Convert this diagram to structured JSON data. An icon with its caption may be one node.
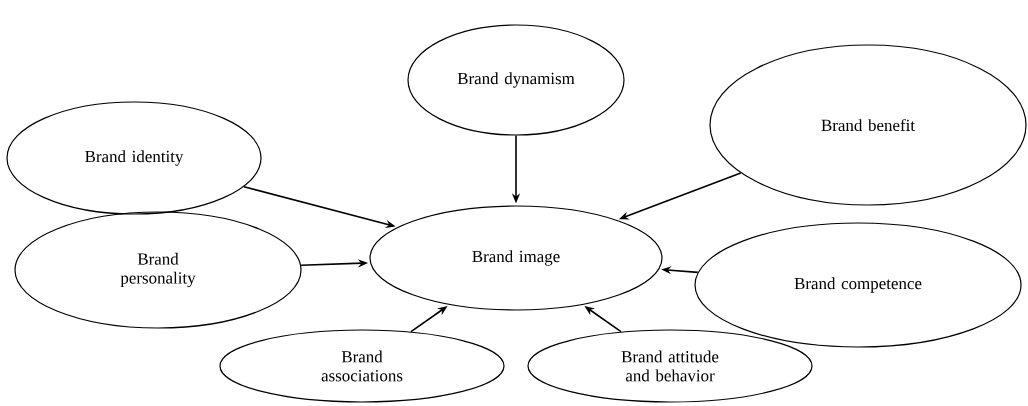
{
  "diagram": {
    "nodes": [
      {
        "text": [
          "Brand dynamism"
        ]
      },
      {
        "text": [
          "Brand identity"
        ]
      },
      {
        "text": [
          "Brand benefit"
        ]
      },
      {
        "text": [
          "Brand image"
        ]
      },
      {
        "text": [
          "Brand personality"
        ]
      },
      {
        "text": [
          "Brand competence"
        ]
      },
      {
        "text": [
          "Brand associations"
        ]
      },
      {
        "text": [
          "Brand attitude and behavior"
        ]
      }
    ],
    "edges": [
      {
        "from": 0,
        "to": 3,
        "arrow": "to"
      },
      {
        "from": 1,
        "to": 3,
        "arrow": "to"
      },
      {
        "from": 2,
        "to": 3,
        "arrow": "to"
      },
      {
        "from": 4,
        "to": 3,
        "arrow": "to"
      },
      {
        "from": 5,
        "to": 3,
        "arrow": "to"
      },
      {
        "from": 6,
        "to": 3,
        "arrow": "to"
      },
      {
        "from": 7,
        "to": 3,
        "arrow": "to"
      }
    ]
  }
}
